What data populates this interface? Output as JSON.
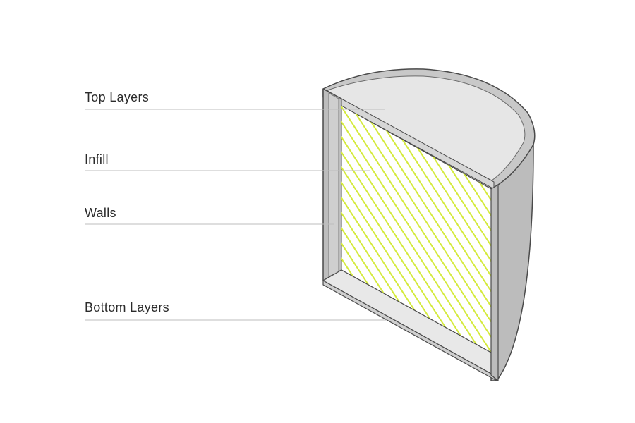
{
  "labels": {
    "top_layers": "Top Layers",
    "infill": "Infill",
    "walls": "Walls",
    "bottom_layers": "Bottom Layers"
  },
  "colors": {
    "wall_outer": "#b9b9b9",
    "wall_face": "#c4c4c4",
    "top_surface": "#e6e6e6",
    "bottom_surface": "#e8e8e8",
    "infill_background": "#ffffff",
    "infill_lines": "#d4ea3c",
    "outline": "#4a4a4a",
    "leader_lines": "#bdbdbd",
    "label_text": "#2b2b2b"
  }
}
